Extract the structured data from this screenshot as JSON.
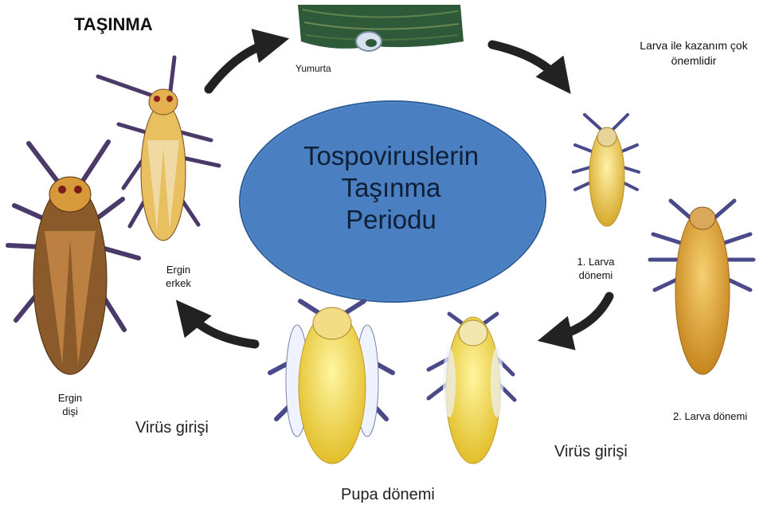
{
  "title": "TAŞINMA",
  "center": {
    "text": "Tospoviruslerin\nTaşınma\nPeriodu",
    "color": "#4a7fc1"
  },
  "stages": {
    "egg": "Yumurta",
    "note": "Larva ile kazanım  çok\nönemlidir",
    "larva1": "1. Larva\ndönemi",
    "larva2": "2. Larva dönemi",
    "virus_right": "Virüs girişi",
    "pupa": "Pupa dönemi",
    "virus_left": "Virüs girişi",
    "female": "Ergin\ndişi",
    "male": "Ergin\nerkek"
  },
  "colors": {
    "arrow": "#222222",
    "larva": "#e8c94a",
    "pupa": "#f0d84a",
    "adult": "#8a5a2a",
    "leaf": "#2e5a3a"
  },
  "icons": [
    "curved-arrow-icon",
    "egg-on-leaf-image",
    "larva-image",
    "pupa-image",
    "adult-thrips-image"
  ]
}
